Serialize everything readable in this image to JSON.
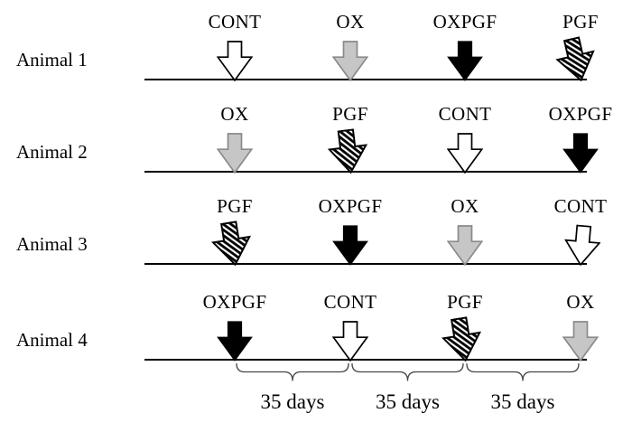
{
  "figure_background": "#ffffff",
  "colors": {
    "text": "#000000",
    "timeline": "#000000",
    "brace": "#444444",
    "cont_fill": "#ffffff",
    "cont_stroke": "#000000",
    "ox_fill": "#c6c6c6",
    "ox_stroke": "#8a8a8a",
    "oxpgf_fill": "#000000",
    "oxpgf_stroke": "#000000",
    "pgf_hatch": "#000000",
    "pgf_stroke": "#000000"
  },
  "treatments": {
    "CONT": {
      "label": "CONT",
      "arrow_style": "white-outline",
      "icon": "down-arrow"
    },
    "OX": {
      "label": "OX",
      "arrow_style": "gray-solid",
      "icon": "down-arrow"
    },
    "OXPGF": {
      "label": "OXPGF",
      "arrow_style": "black-solid",
      "icon": "down-arrow"
    },
    "PGF": {
      "label": "PGF",
      "arrow_style": "diagonal-hatch",
      "icon": "down-arrow"
    }
  },
  "animals": [
    {
      "label": "Animal 1",
      "sequence": [
        "CONT",
        "OX",
        "OXPGF",
        "PGF"
      ]
    },
    {
      "label": "Animal 2",
      "sequence": [
        "OX",
        "PGF",
        "CONT",
        "OXPGF"
      ]
    },
    {
      "label": "Animal 3",
      "sequence": [
        "PGF",
        "OXPGF",
        "OX",
        "CONT"
      ]
    },
    {
      "label": "Animal 4",
      "sequence": [
        "OXPGF",
        "CONT",
        "PGF",
        "OX"
      ]
    }
  ],
  "intervals": [
    "35 days",
    "35 days",
    "35 days"
  ]
}
